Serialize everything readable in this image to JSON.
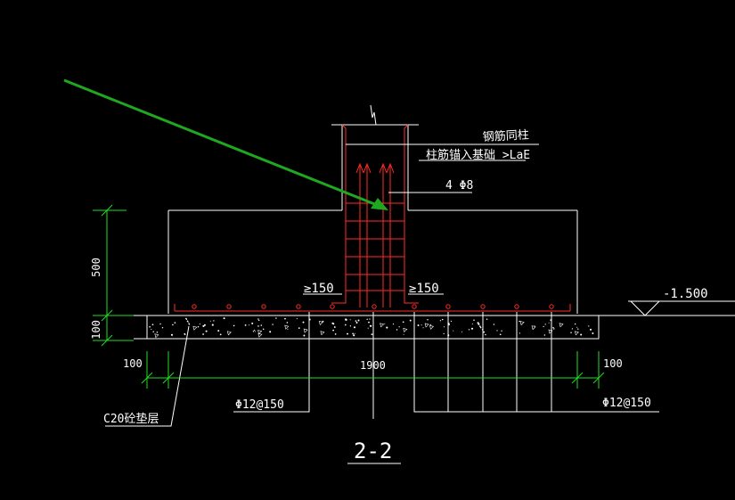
{
  "colors": {
    "background": "#000000",
    "outline": "#ffffff",
    "rebar": "#ff2b2b",
    "dimension": "#22dd22",
    "arrow": "#1fa81f",
    "label": "#ffffff",
    "concrete_hatch": "#ffffff"
  },
  "drawing": {
    "section_title": "2-2",
    "labels": {
      "column_rebar": "钢筋同柱",
      "anchorage": "柱筋锚入基础 >LaE",
      "stirrups": "4 Φ8",
      "min_left": "≥150",
      "min_right": "≥150",
      "elevation": "-1.500",
      "bottom_left_bar": "Φ12@150",
      "bottom_right_bar": "Φ12@150",
      "cushion_layer": "C20砼垫层"
    },
    "dimensions": {
      "footing_height": "500",
      "cushion_thickness": "100",
      "left_offset": "100",
      "width": "1900",
      "right_offset": "100"
    }
  }
}
